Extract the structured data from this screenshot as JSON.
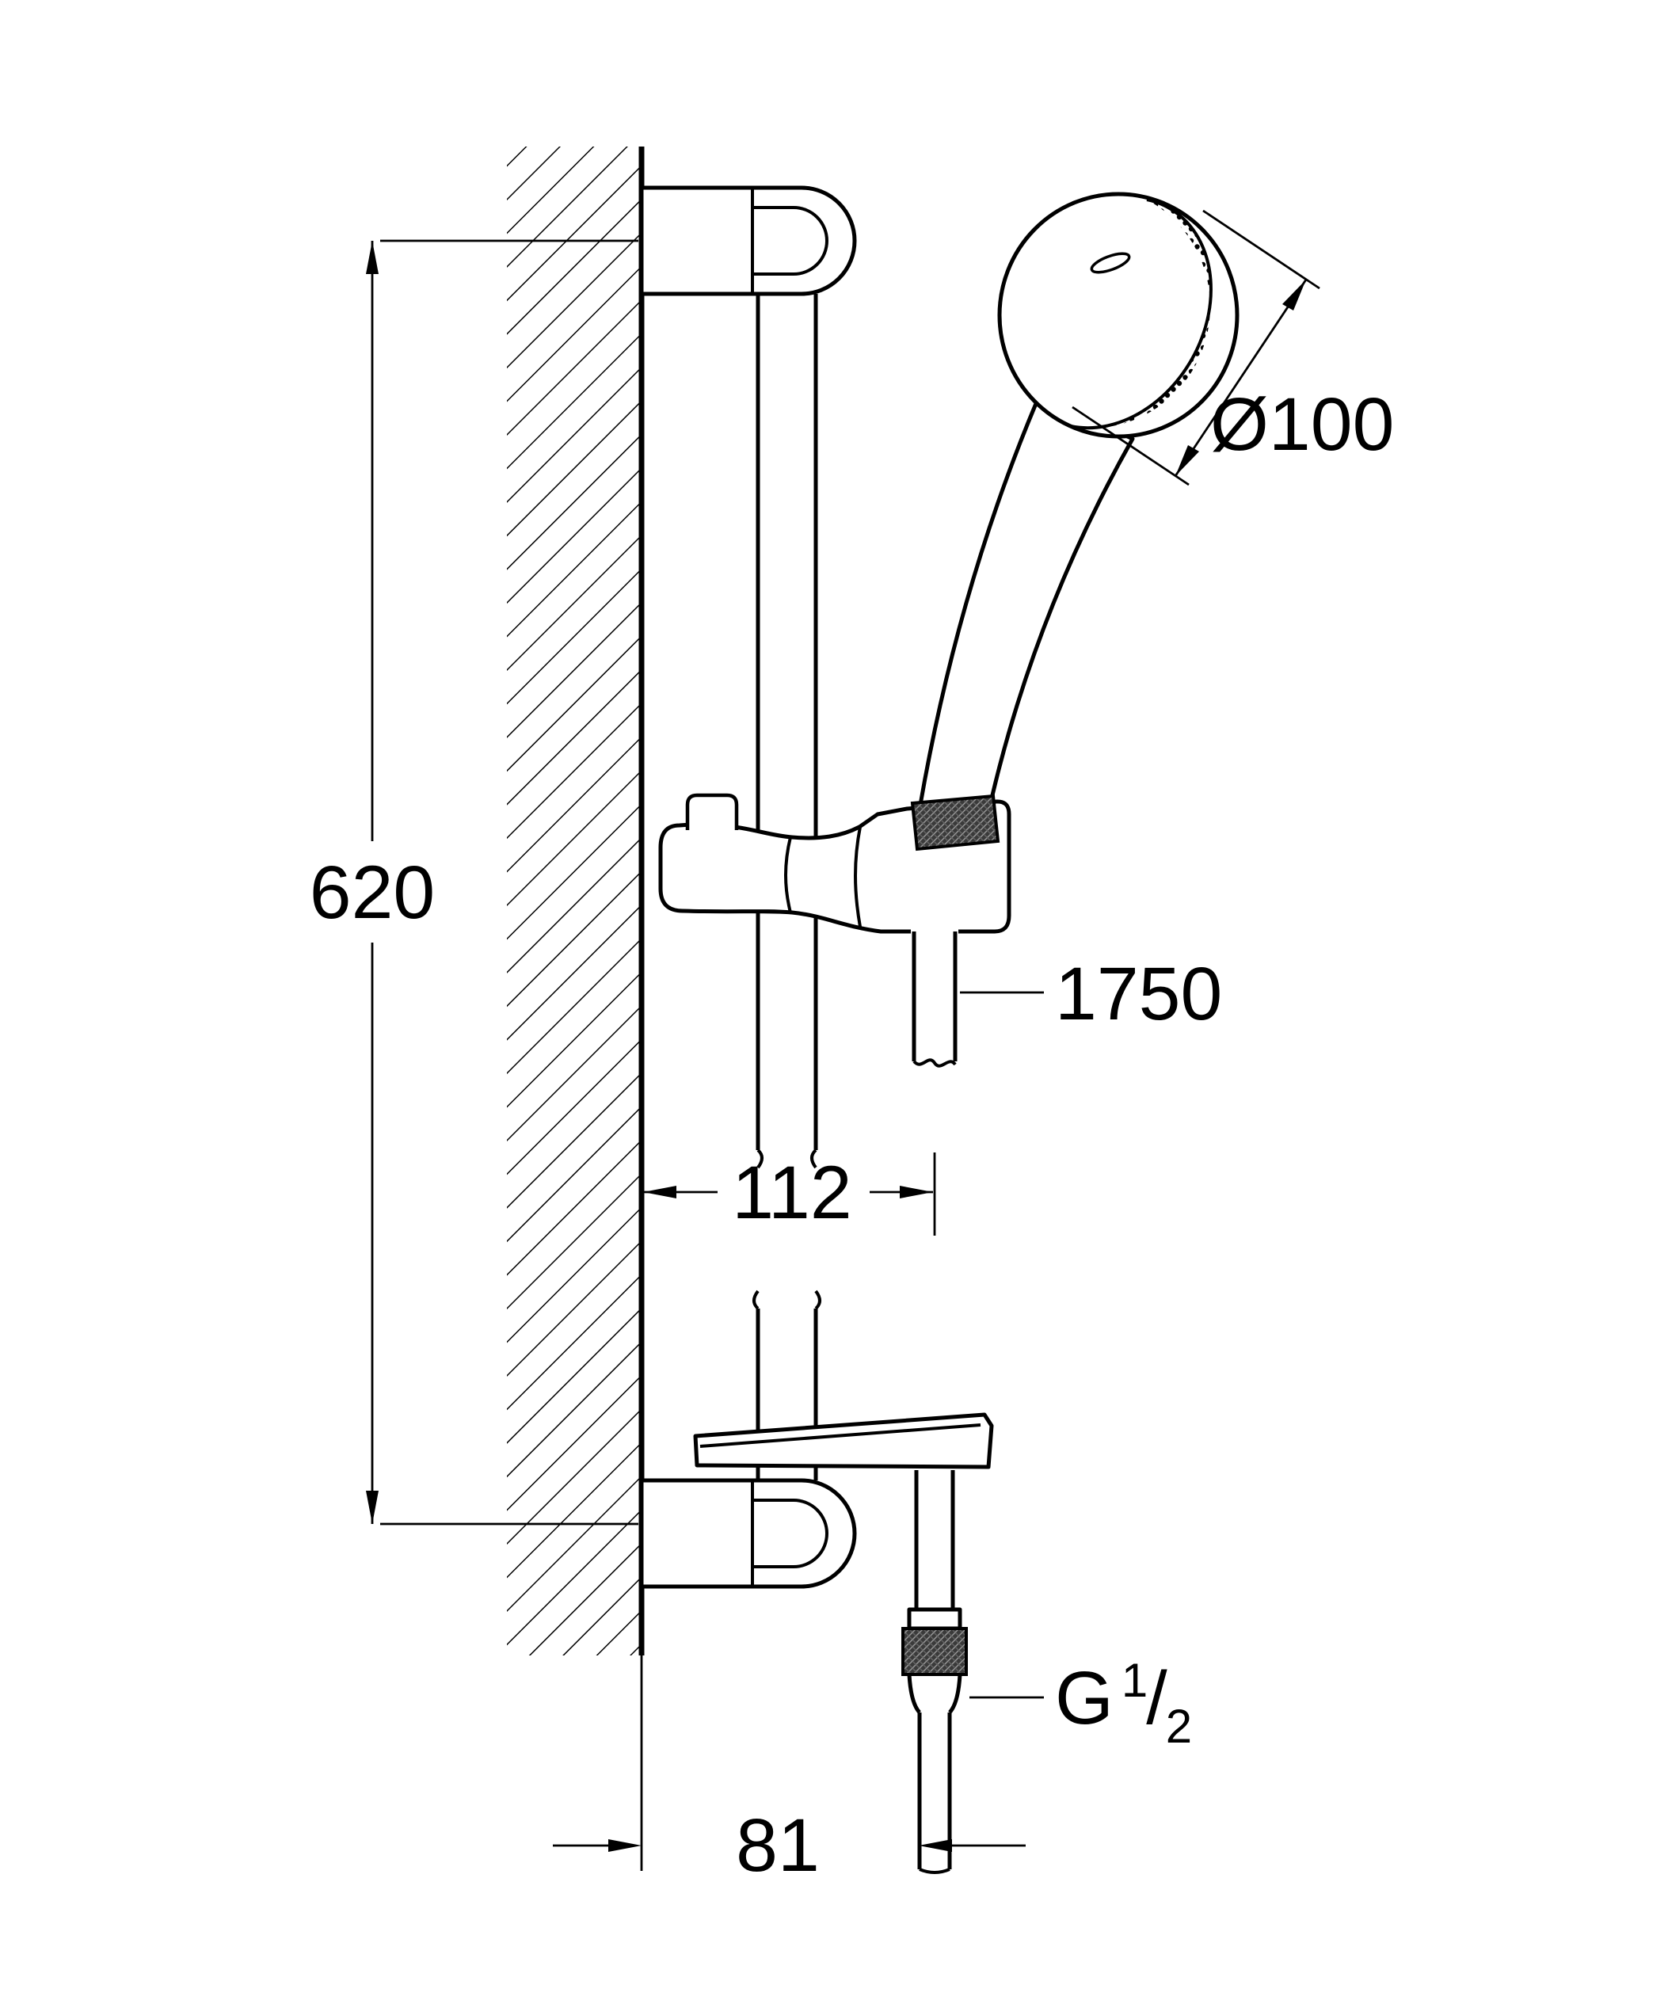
{
  "page": {
    "background": "#ffffff",
    "line_color": "#000000"
  },
  "drawing": {
    "labels": {
      "rail_height": "620",
      "head_diameter": "Ø100",
      "hose_length": "1750",
      "offset_upper": "112",
      "offset_lower": "81",
      "thread_letter": "G",
      "thread_numerator": "1",
      "thread_slash": "/",
      "thread_denominator": "2"
    }
  }
}
